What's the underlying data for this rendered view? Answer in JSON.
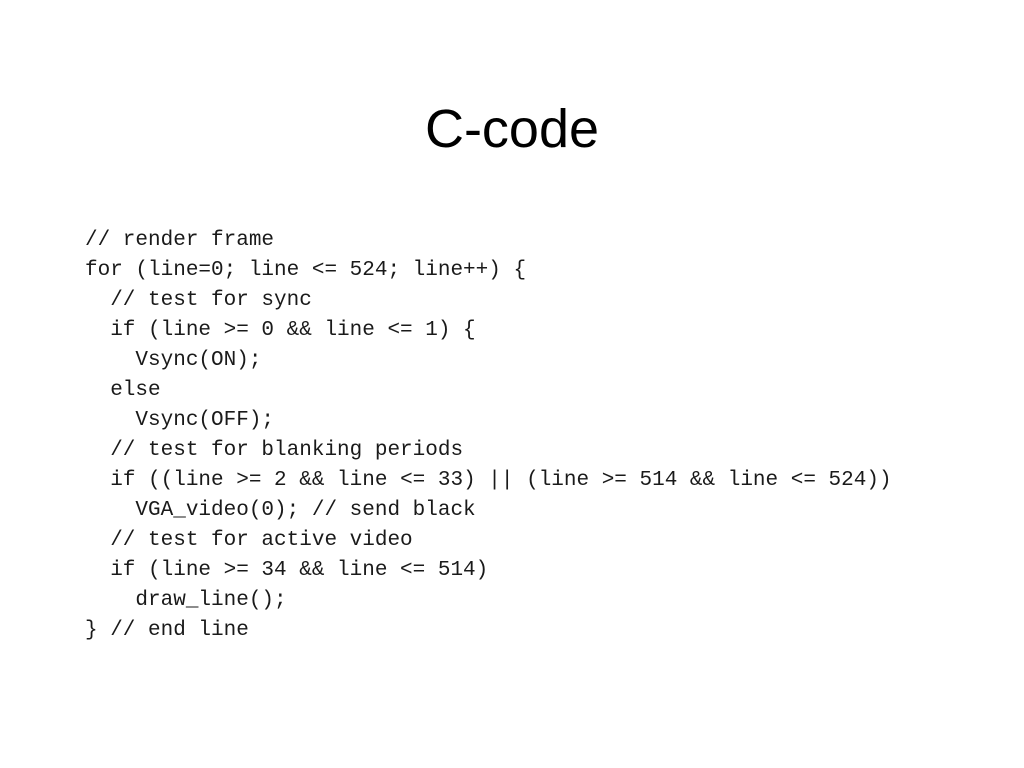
{
  "slide": {
    "title": "C-code",
    "background_color": "#ffffff",
    "text_color": "#000000",
    "code_color": "#1a1a1a"
  },
  "code": {
    "language": "C",
    "lines": [
      "// render frame",
      "for (line=0; line <= 524; line++) {",
      "  // test for sync",
      "  if (line >= 0 && line <= 1) {",
      "    Vsync(ON);",
      "  else",
      "    Vsync(OFF);",
      "  // test for blanking periods",
      "  if ((line >= 2 && line <= 33) || (line >= 514 && line <= 524))",
      "    VGA_video(0); // send black",
      "  // test for active video",
      "  if (line >= 34 && line <= 514)",
      "    draw_line();",
      "} // end line"
    ],
    "wrapped_line_index": 8
  }
}
